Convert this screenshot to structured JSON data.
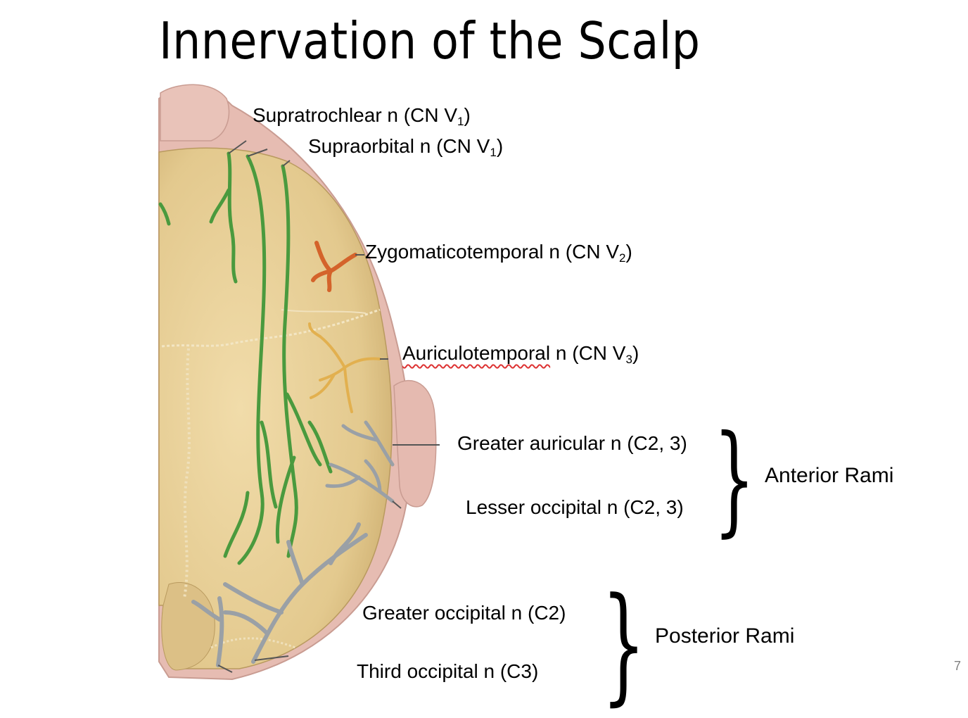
{
  "title": "Innervation of the Scalp",
  "labels": {
    "supratrochlear": {
      "name": "Supratrochlear n (CN V",
      "sub": "1",
      "close": ")"
    },
    "supraorbital": {
      "name": "Supraorbital n (CN V",
      "sub": "1",
      "close": ")"
    },
    "zygomaticotemporal": {
      "name": "Zygomaticotemporal n (CN V",
      "sub": "2",
      "close": ")"
    },
    "auriculotemporal": {
      "word": "Auriculotemporal",
      "name": " n (CN V",
      "sub": "3",
      "close": ")"
    },
    "greater_auricular": "Greater auricular n (C2, 3)",
    "lesser_occipital": "Lesser occipital n (C2, 3)",
    "greater_occipital": "Greater occipital n (C2)",
    "third_occipital": "Third occipital n (C3)"
  },
  "groups": {
    "anterior": "Anterior Rami",
    "posterior": "Posterior Rami"
  },
  "brace_glyph": "}",
  "page_number": "7",
  "colors": {
    "skull": "#e3c98e",
    "scalp_edge": "#d9aaa2",
    "trigeminal_v1": "#4a9a3e",
    "zygomaticotemporal": "#d4632b",
    "auriculotemporal": "#e2b04f",
    "cervical": "#9aa0a6"
  }
}
